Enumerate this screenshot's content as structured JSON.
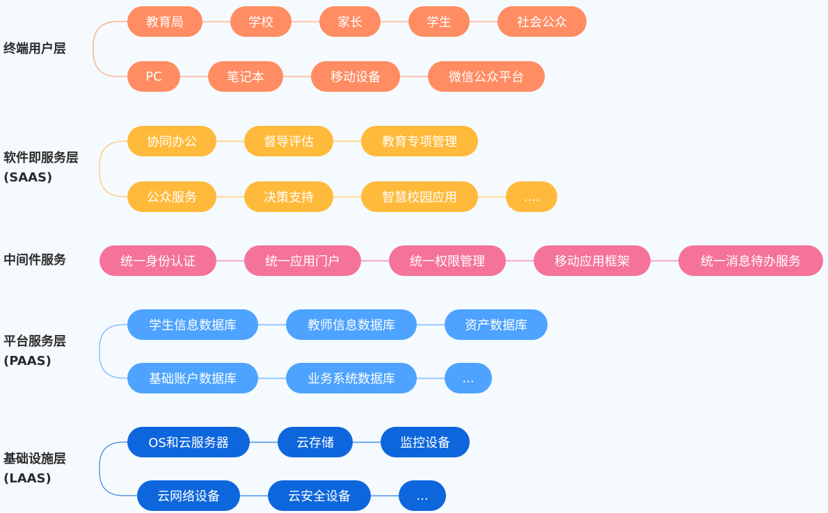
{
  "layers": [
    {
      "name": "终端用户层",
      "subtitle": "",
      "color": "#ff8c62",
      "line": "#ffc2ab",
      "rows": [
        [
          "教育局",
          "学校",
          "家长",
          "学生",
          "社会公众"
        ],
        [
          "PC",
          "笔记本",
          "移动设备",
          "微信公众平台"
        ]
      ]
    },
    {
      "name": "软件即服务层",
      "subtitle": "(SAAS)",
      "color": "#ffba3b",
      "line": "#ffd88f",
      "rows": [
        [
          "协同办公",
          "督导评估",
          "教育专项管理"
        ],
        [
          "公众服务",
          "决策支持",
          "智慧校园应用",
          "...."
        ]
      ]
    },
    {
      "name": "中间件服务",
      "subtitle": "",
      "color": "#f5739b",
      "line": "#f7a9c1",
      "rows": [
        [
          "统一身份认证",
          "统一应用门户",
          "统一权限管理",
          "移动应用框架",
          "统一消息待办服务"
        ]
      ]
    },
    {
      "name": "平台服务层",
      "subtitle": "(PAAS)",
      "color": "#4da3ff",
      "line": "#97c8ff",
      "rows": [
        [
          "学生信息数据库",
          "教师信息数据库",
          "资产数据库"
        ],
        [
          "基础账户数据库",
          "业务系统数据库",
          "..."
        ]
      ]
    },
    {
      "name": "基础设施层",
      "subtitle": "(LAAS)",
      "color": "#0e66dc",
      "line": "#6ea7f0",
      "rows": [
        [
          "OS和云服务器",
          "云存储",
          "监控设备"
        ],
        [
          "云网络设备",
          "云安全设备",
          "..."
        ]
      ]
    }
  ]
}
